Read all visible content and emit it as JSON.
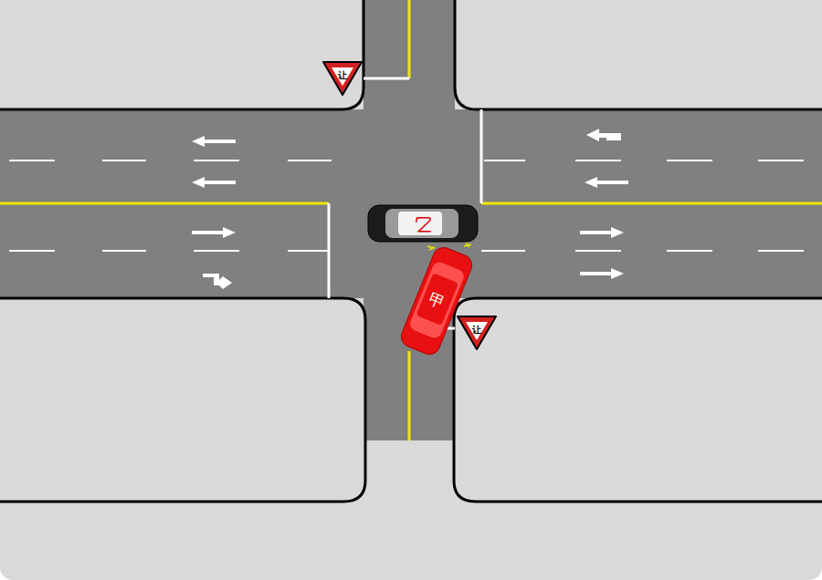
{
  "diagram": {
    "nodes": [
      {
        "text": [
          "让"
        ]
      },
      {
        "text": [
          "乙"
        ]
      },
      {
        "text": [
          "甲"
        ]
      },
      {
        "text": [
          "让"
        ]
      }
    ]
  }
}
